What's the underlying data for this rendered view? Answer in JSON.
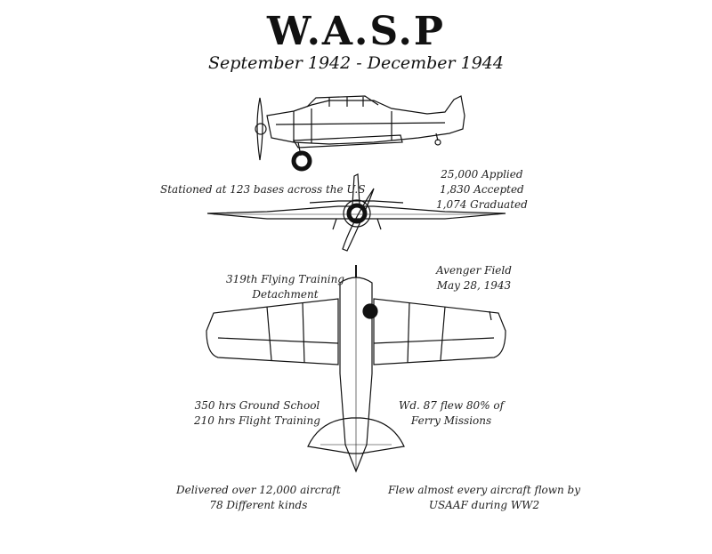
{
  "title": "W.A.S.P",
  "subtitle": "September 1942 - December 1944",
  "notes": {
    "stationed": "Stationed at 123 bases across the U.S",
    "applied": [
      "25,000 Applied",
      "1,830 Accepted",
      "1,074 Graduated"
    ],
    "detachment": [
      "319th Flying Training",
      "Detachment"
    ],
    "field": [
      "Avenger Field",
      "May 28, 1943"
    ],
    "training": [
      "350 hrs Ground School",
      "210 hrs Flight Training"
    ],
    "ferry": [
      "Wd. 87 flew 80% of",
      "Ferry Missions"
    ],
    "delivered": [
      "Delivered over 12,000 aircraft",
      "78 Different kinds"
    ],
    "flew": [
      "Flew almost every aircraft flown by",
      "USAAF during WW2"
    ]
  }
}
